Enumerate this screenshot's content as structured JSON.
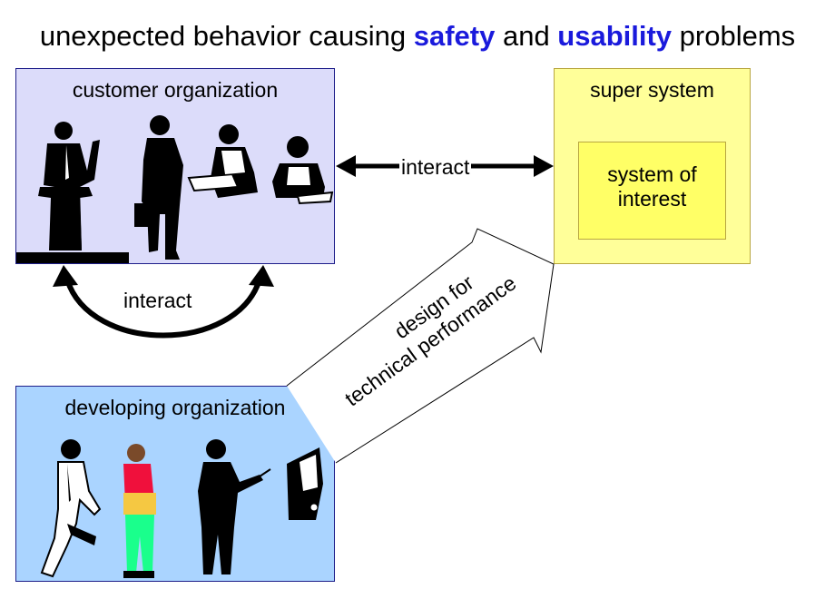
{
  "title": {
    "part1": "unexpected behavior causing ",
    "safety": "safety",
    "part2": " and ",
    "usability": "usability",
    "part3": " problems"
  },
  "customer": {
    "label": "customer organization"
  },
  "developer": {
    "label": "developing organization"
  },
  "super_system": {
    "label": "super system"
  },
  "system_of_interest": {
    "line1": "system of",
    "line2": "interest"
  },
  "arrows": {
    "interact_top": "interact",
    "interact_loop": "interact",
    "design_line1": "design for",
    "design_line2": "technical performance"
  },
  "colors": {
    "highlight": "#1a1adc",
    "customer_bg": "#dcdcfa",
    "developer_bg": "#aad4ff",
    "super_bg": "#ffff99",
    "soi_bg": "#ffff66"
  }
}
